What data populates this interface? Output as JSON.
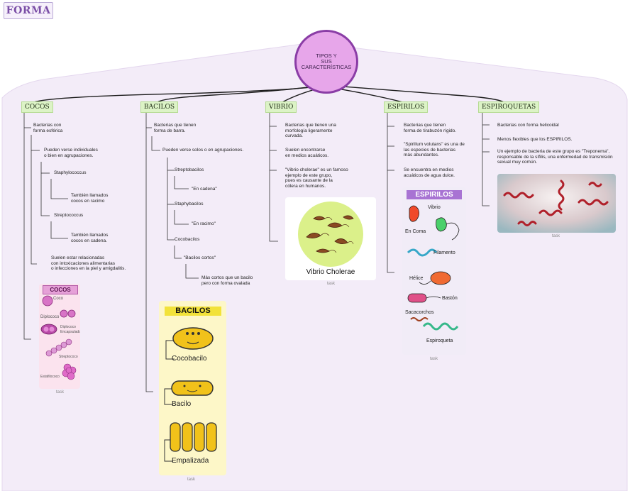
{
  "title": "FORMA",
  "center": "TIPOS Y\nSUS\nCARACTERÍSTICAS",
  "categories": {
    "cocos": "COCOS",
    "bacilos": "BACILOS",
    "vibrio": "VIBRIO",
    "espirilos": "ESPIRILOS",
    "espiroquetas": "ESPIROQUETAS"
  },
  "cocos": {
    "t1": "Bacterias con\nforma esférica",
    "t2": "Pueden verse individuales\no bien en agrupaciones.",
    "t3": "Staphylococcus",
    "t4": "También llamados\ncocos en racimo",
    "t5": "Streptococcus",
    "t6": "También llamados\ncocos en cadena.",
    "t7": "Suelen estar relacionadas\ncon intoxicaciones alimentarias\no infecciones en la piel y amigdalitis.",
    "card_title": "COCOS",
    "card_labels": [
      "Coco",
      "Diplococo",
      "Diplococo\nEncapsulado",
      "Streptococo",
      "Estafilococo"
    ],
    "task": "task"
  },
  "bacilos": {
    "t1": "Bacterias que tienen\nforma de barra.",
    "t2": "Pueden verse solos o en agrupaciones.",
    "t3": "Streptobacilos",
    "t4": "\"En cadena\"",
    "t5": "Staphybacilos",
    "t6": "\"En racimo\"",
    "t7": "Cocobacilos",
    "t8": "\"Bacilos cortos\"",
    "t9": "Más cortos que un bacilo\npero con forma ovalada",
    "card_title": "BACILOS",
    "card_labels": [
      "Cocobacilo",
      "Bacilo",
      "Empalizada"
    ],
    "task": "task"
  },
  "vibrio": {
    "t1": "Bacterias que tienen una\nmorfología ligeramente\ncurvada.",
    "t2": "Suelen encontrarse\nen medios acuáticos.",
    "t3": "\"Vibrio cholerae\" es un famoso\nejemplo de este grupo,\npues es causante de la\ncólera en humanos.",
    "card_label": "Vibrio Cholerae",
    "task": "task"
  },
  "espirilos": {
    "t1": "Bacterias que tienen\nforma de tirabuzón rígido.",
    "t2": "\"Spirillum volutans\" es una de\nlas especies de bacterias\nmás abundantes.",
    "t3": "Se encuentra en medios\nacuáticos de agua dulce.",
    "card_title": "ESPIRILOS",
    "card_labels": [
      "Vibrio",
      "En Coma",
      "Filamento",
      "Hélice",
      "Bastón",
      "Sacacorchos",
      "Espiroqueta"
    ],
    "task": "task"
  },
  "espiroquetas": {
    "t1": "Bacterias con forma helicoidal",
    "t2": "Menos flexibles que los ESPIRILOS.",
    "t3": "Un ejemplo de bacteria de este grupo es \"Treponema\",\nresponsable de la sífilis, una enfermedad de transmisión\nsexual muy común.",
    "task": "task"
  },
  "colors": {
    "board": "#f3ecf8",
    "center_fill": "#e7a6ea",
    "center_border": "#8a3da6",
    "category_fill": "#dcf3c6",
    "cocos_card": "#fbe3ee",
    "bacilos_card": "#fdf7c8",
    "espirilos_card": "#f1ecf7"
  }
}
